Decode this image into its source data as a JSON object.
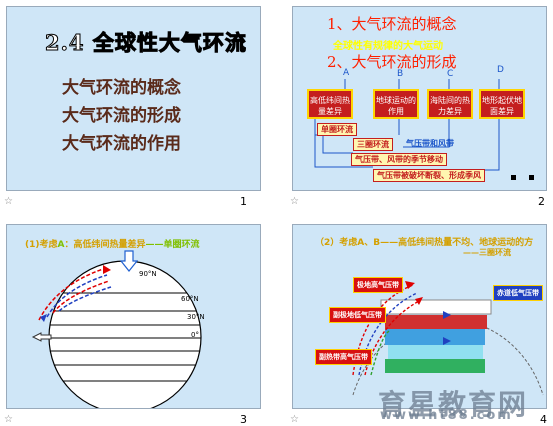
{
  "slides": [
    {
      "number": "1",
      "title": "2.4 全球性大气环流",
      "lines": [
        "大气环流的概念",
        "大气环流的形成",
        "大气环流的作用"
      ]
    },
    {
      "number": "2",
      "heading1": "1、大气环流的概念",
      "subtitle": "全球性有规律的大气运动",
      "heading2": "2、大气环流的形成",
      "col_labels": [
        "A",
        "B",
        "C",
        "D"
      ],
      "boxes": [
        "高低纬间热量差异",
        "地球运动的作用",
        "海陆间的热力差异",
        "地形起伏地面差异"
      ],
      "notes": [
        "单圈环流",
        "三圈环流",
        "气压带和风带",
        "气压带、风带的季节移动",
        "气压带被破坏断裂、形成季风"
      ]
    },
    {
      "number": "3",
      "heading_prefix": "(1)考虑",
      "heading_a": "A",
      "heading_main": "：高低纬间热量差异",
      "heading_tail": "——单圈环流",
      "latitudes": [
        "90°N",
        "60°N",
        "30°N",
        "0°"
      ]
    },
    {
      "number": "4",
      "heading": "（2）考虑A、B——高低纬间热量不均、地球运动的方",
      "heading_tail": "——三圈环流",
      "labels": [
        "极地高气压带",
        "副极地低气压带",
        "副热带高气压带",
        "赤道低气压带"
      ],
      "watermark": "育星教育网",
      "watermark_url": "www.ht88.com"
    }
  ],
  "colors": {
    "slide_bg": "#cfe6f7",
    "box_red": "#c41e1e",
    "heading_red": "#ff2000"
  }
}
